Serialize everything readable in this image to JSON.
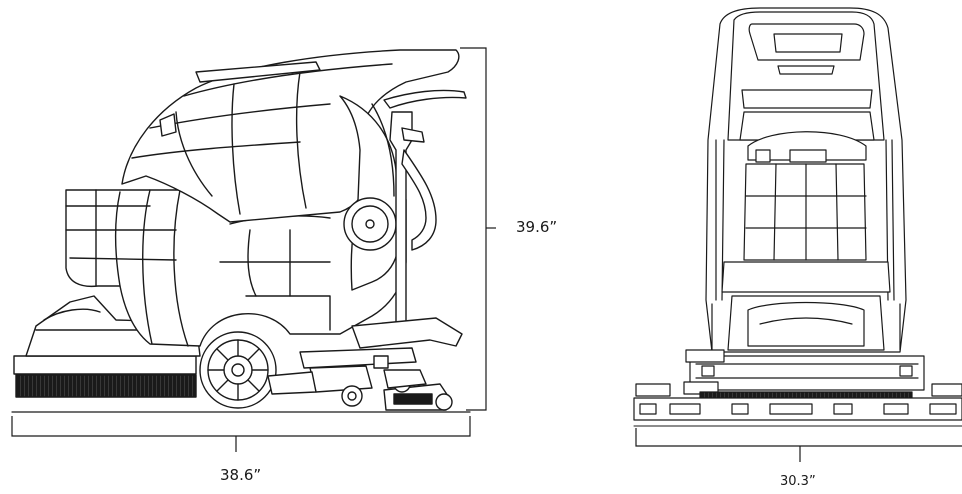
{
  "dimensions": {
    "height": "39.6”",
    "length": "38.6”",
    "width": "30.3”"
  },
  "colors": {
    "line": "#1a1a1a",
    "fill": "#ffffff",
    "brush": "#1a1a1a"
  }
}
